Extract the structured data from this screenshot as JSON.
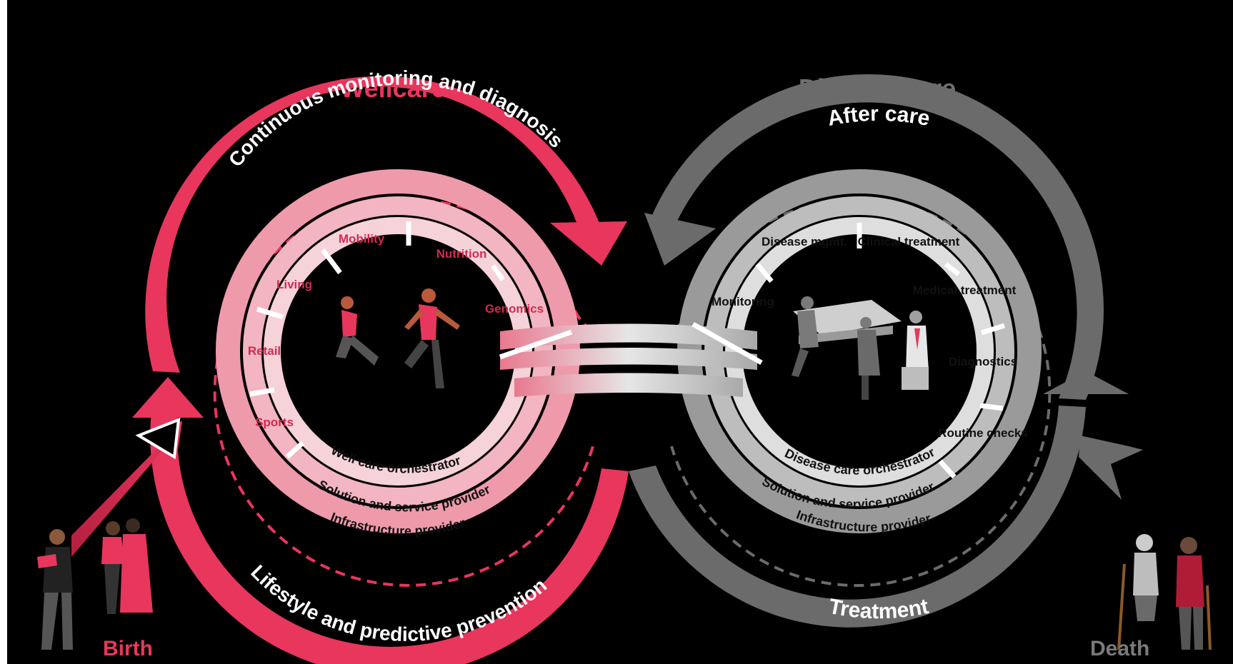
{
  "header": {
    "wellcare_title": "Wellcare",
    "disease_title": "Disease care"
  },
  "arcs": {
    "continuous_monitoring": "Continuous monitoring and diagnosis",
    "lifestyle_prevention": "Lifestyle and predictive prevention",
    "after_care": "After care",
    "treatment": "Treatment"
  },
  "wellcare_segments": [
    "Mobility",
    "Nutrition",
    "Genomics",
    "Living",
    "Retail",
    "Sports"
  ],
  "disease_segments": [
    "Disease mgmt.",
    "Clinical treatment",
    "Medical treatment",
    "Monitoring",
    "Diagnostics",
    "Routine checks"
  ],
  "wellcare_rings": {
    "orchestrator": "Well care orchestrator",
    "solution": "Solution and service provider",
    "infrastructure": "Infrastructure provider"
  },
  "disease_rings": {
    "orchestrator": "Disease care orchestrator",
    "solution": "Solution and service provider",
    "infrastructure": "Infrastructure provider"
  },
  "endpoints": {
    "birth": "Birth",
    "death": "Death"
  },
  "colors": {
    "background": "#000000",
    "wellcare_accent": "#e8365d",
    "disease_accent": "#6b6b6b",
    "wellcare_title": "#e8365d",
    "disease_title": "#6f6f6f",
    "death_label": "#7a7a7a"
  },
  "icons": [
    "runners-illustration",
    "hospital-staff-illustration",
    "family-with-baby-illustration",
    "elderly-couple-illustration",
    "entry-arrow-icon",
    "exit-arrow-icon"
  ]
}
